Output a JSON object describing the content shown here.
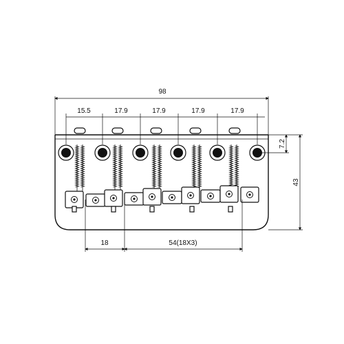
{
  "dimensions": {
    "overall_width": "98",
    "spacing_first": "15.5",
    "spacing_2": "17.9",
    "spacing_3": "17.9",
    "spacing_4": "17.9",
    "spacing_5": "17.9",
    "height": "43",
    "hole_offset": "7.2",
    "saddle_offset": "18",
    "saddle_span": "54(18X3)"
  }
}
